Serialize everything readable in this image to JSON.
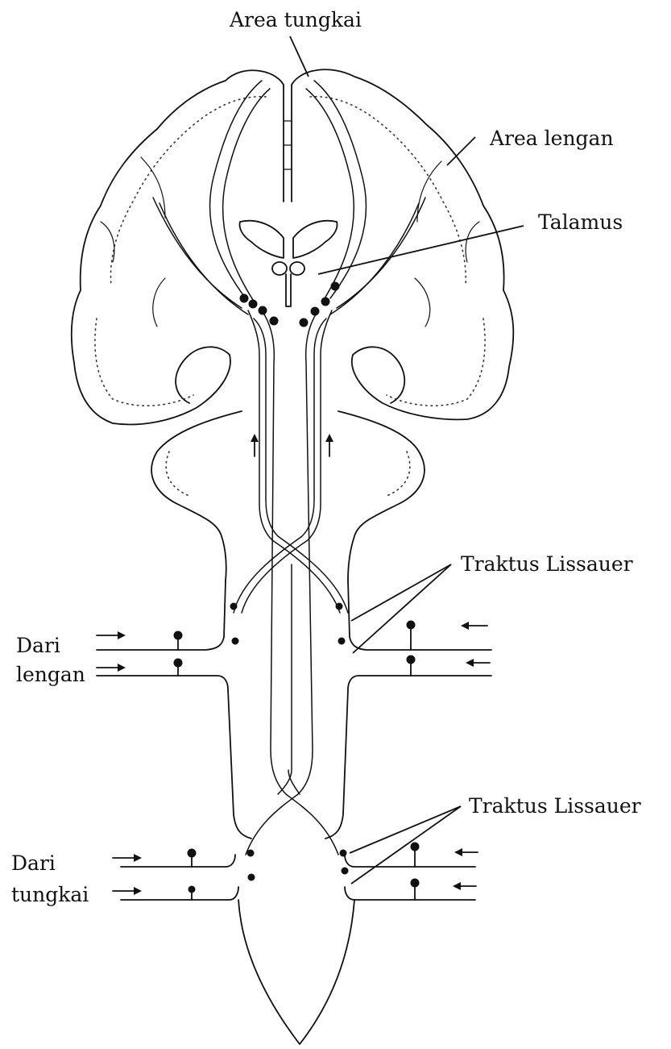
{
  "labels": {
    "area_tungkai": "Area tungkai",
    "area_lengan": "Area lengan",
    "talamus": "Talamus",
    "traktus_lissauer_upper": "Traktus Lissauer",
    "traktus_lissauer_lower": "Traktus Lissauer",
    "dari_lengan_line1": "Dari",
    "dari_lengan_line2": "lengan",
    "dari_tungkai_line1": "Dari",
    "dari_tungkai_line2": "tungkai"
  },
  "colors": {
    "ink": "#111111",
    "background": "#ffffff"
  }
}
